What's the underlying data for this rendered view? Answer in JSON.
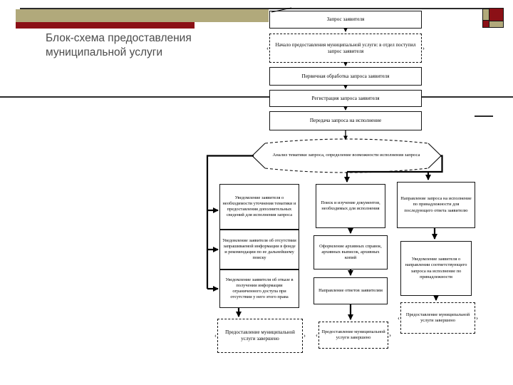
{
  "title": {
    "text": "Блок-схема предоставления муниципальной услуги"
  },
  "colors": {
    "tan_bar": "#b1a97b",
    "red_bar": "#8b1016",
    "title_text": "#4c4c4c",
    "rule_line": "#2b2b2b",
    "box_border": "#151515"
  },
  "flowchart": {
    "top_chain": [
      {
        "label": "Запрос заявителя"
      },
      {
        "label": "Начало предоставления муниципальной услуги: в отдел поступил запрос заявителя"
      },
      {
        "label": "Первичная обработка запроса заявителя"
      },
      {
        "label": "Регистрация запроса заявителя"
      },
      {
        "label": "Передача запроса на исполнение"
      }
    ],
    "decision": {
      "label": "Анализ тематики запроса, определение возможности исполнения запроса"
    },
    "left_branch": [
      {
        "label": "Уведомление заявителя о необходимости уточнения тематики и предоставления дополнительных сведений для исполнения запроса"
      },
      {
        "label": "Уведомление заявителя об отсутствии запрашиваемой информации в фонде и рекомендации по ее дальнейшему поиску"
      },
      {
        "label": "Уведомление заявителя об отказе в получении информации ограниченного доступа при отсутствии у него этого права"
      }
    ],
    "middle_branch": [
      {
        "label": "Поиск и изучение документов, необходимых для исполнения"
      },
      {
        "label": "Оформление архивных справок, архивных выписок, архивных копий"
      },
      {
        "label": "Направление ответов заявителям"
      }
    ],
    "right_branch": [
      {
        "label": "Направление запроса на исполнение по принадлежности для последующего ответа заявителю"
      },
      {
        "label": "Уведомление заявителя о направлении соответствующего запроса на исполнение по принадлежности"
      }
    ],
    "terminator": {
      "label": "Предоставление муниципальной услуги завершено"
    }
  }
}
